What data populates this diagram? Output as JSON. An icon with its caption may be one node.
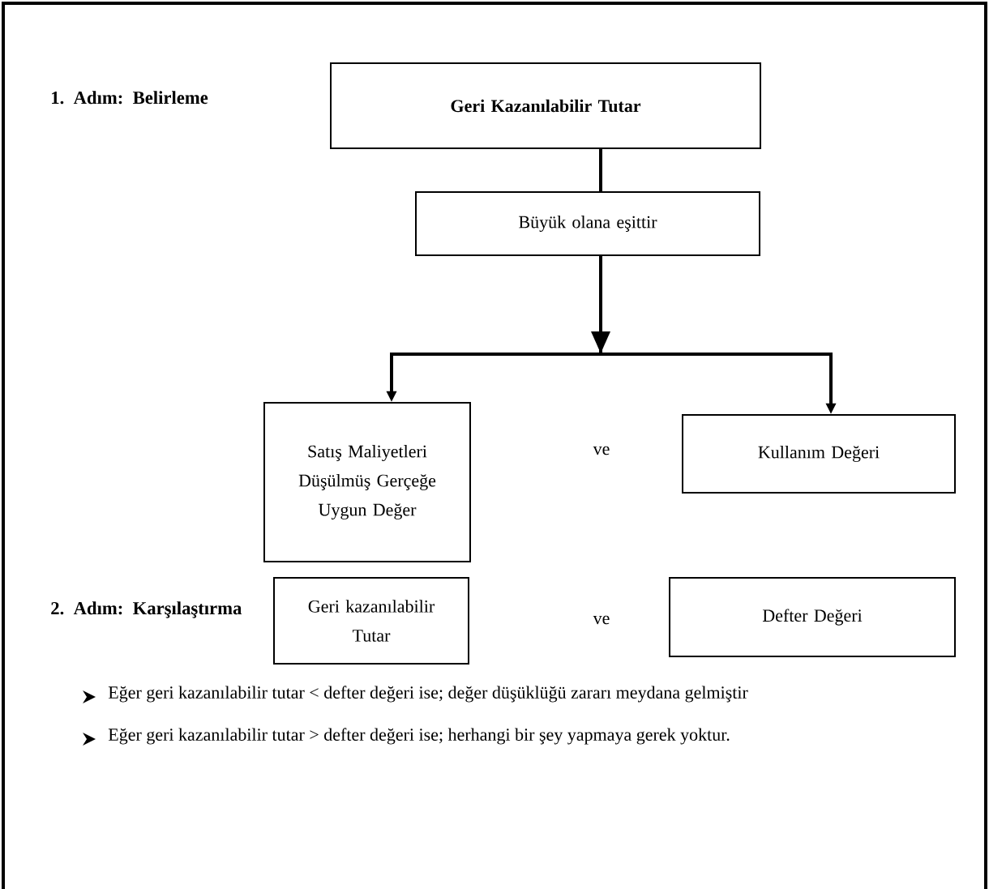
{
  "diagram": {
    "nodes": [
      {
        "text": [
          "Geri Kazanılabilir Tutar"
        ]
      },
      {
        "text": [
          "Büyük olana eşittir"
        ]
      },
      {
        "text": [
          "Satış Maliyetleri Düşülmüş Gerçeğe Uygun Değer"
        ]
      },
      {
        "text": [
          "Kullanım Değeri"
        ]
      },
      {
        "text": [
          "Geri kazanılabilir Tutar"
        ]
      },
      {
        "text": [
          "Defter Değeri"
        ]
      }
    ],
    "edges": [
      {
        "from": 0,
        "to": 1,
        "arrow": "none"
      },
      {
        "from": 1,
        "to": 2,
        "arrow": "to"
      },
      {
        "from": 1,
        "to": 3,
        "arrow": "to"
      }
    ],
    "labels": [
      "1. Adım: Belirleme",
      "ve",
      "2.  Adım: Karşılaştırma",
      "ve",
      "Eğer geri kazanılabilir tutar < defter değeri ise; değer düşüklüğü zararı meydana gelmiştir",
      "Eğer geri kazanılabilir tutar > defter değeri ise; herhangi bir şey yapmaya gerek yoktur."
    ]
  }
}
